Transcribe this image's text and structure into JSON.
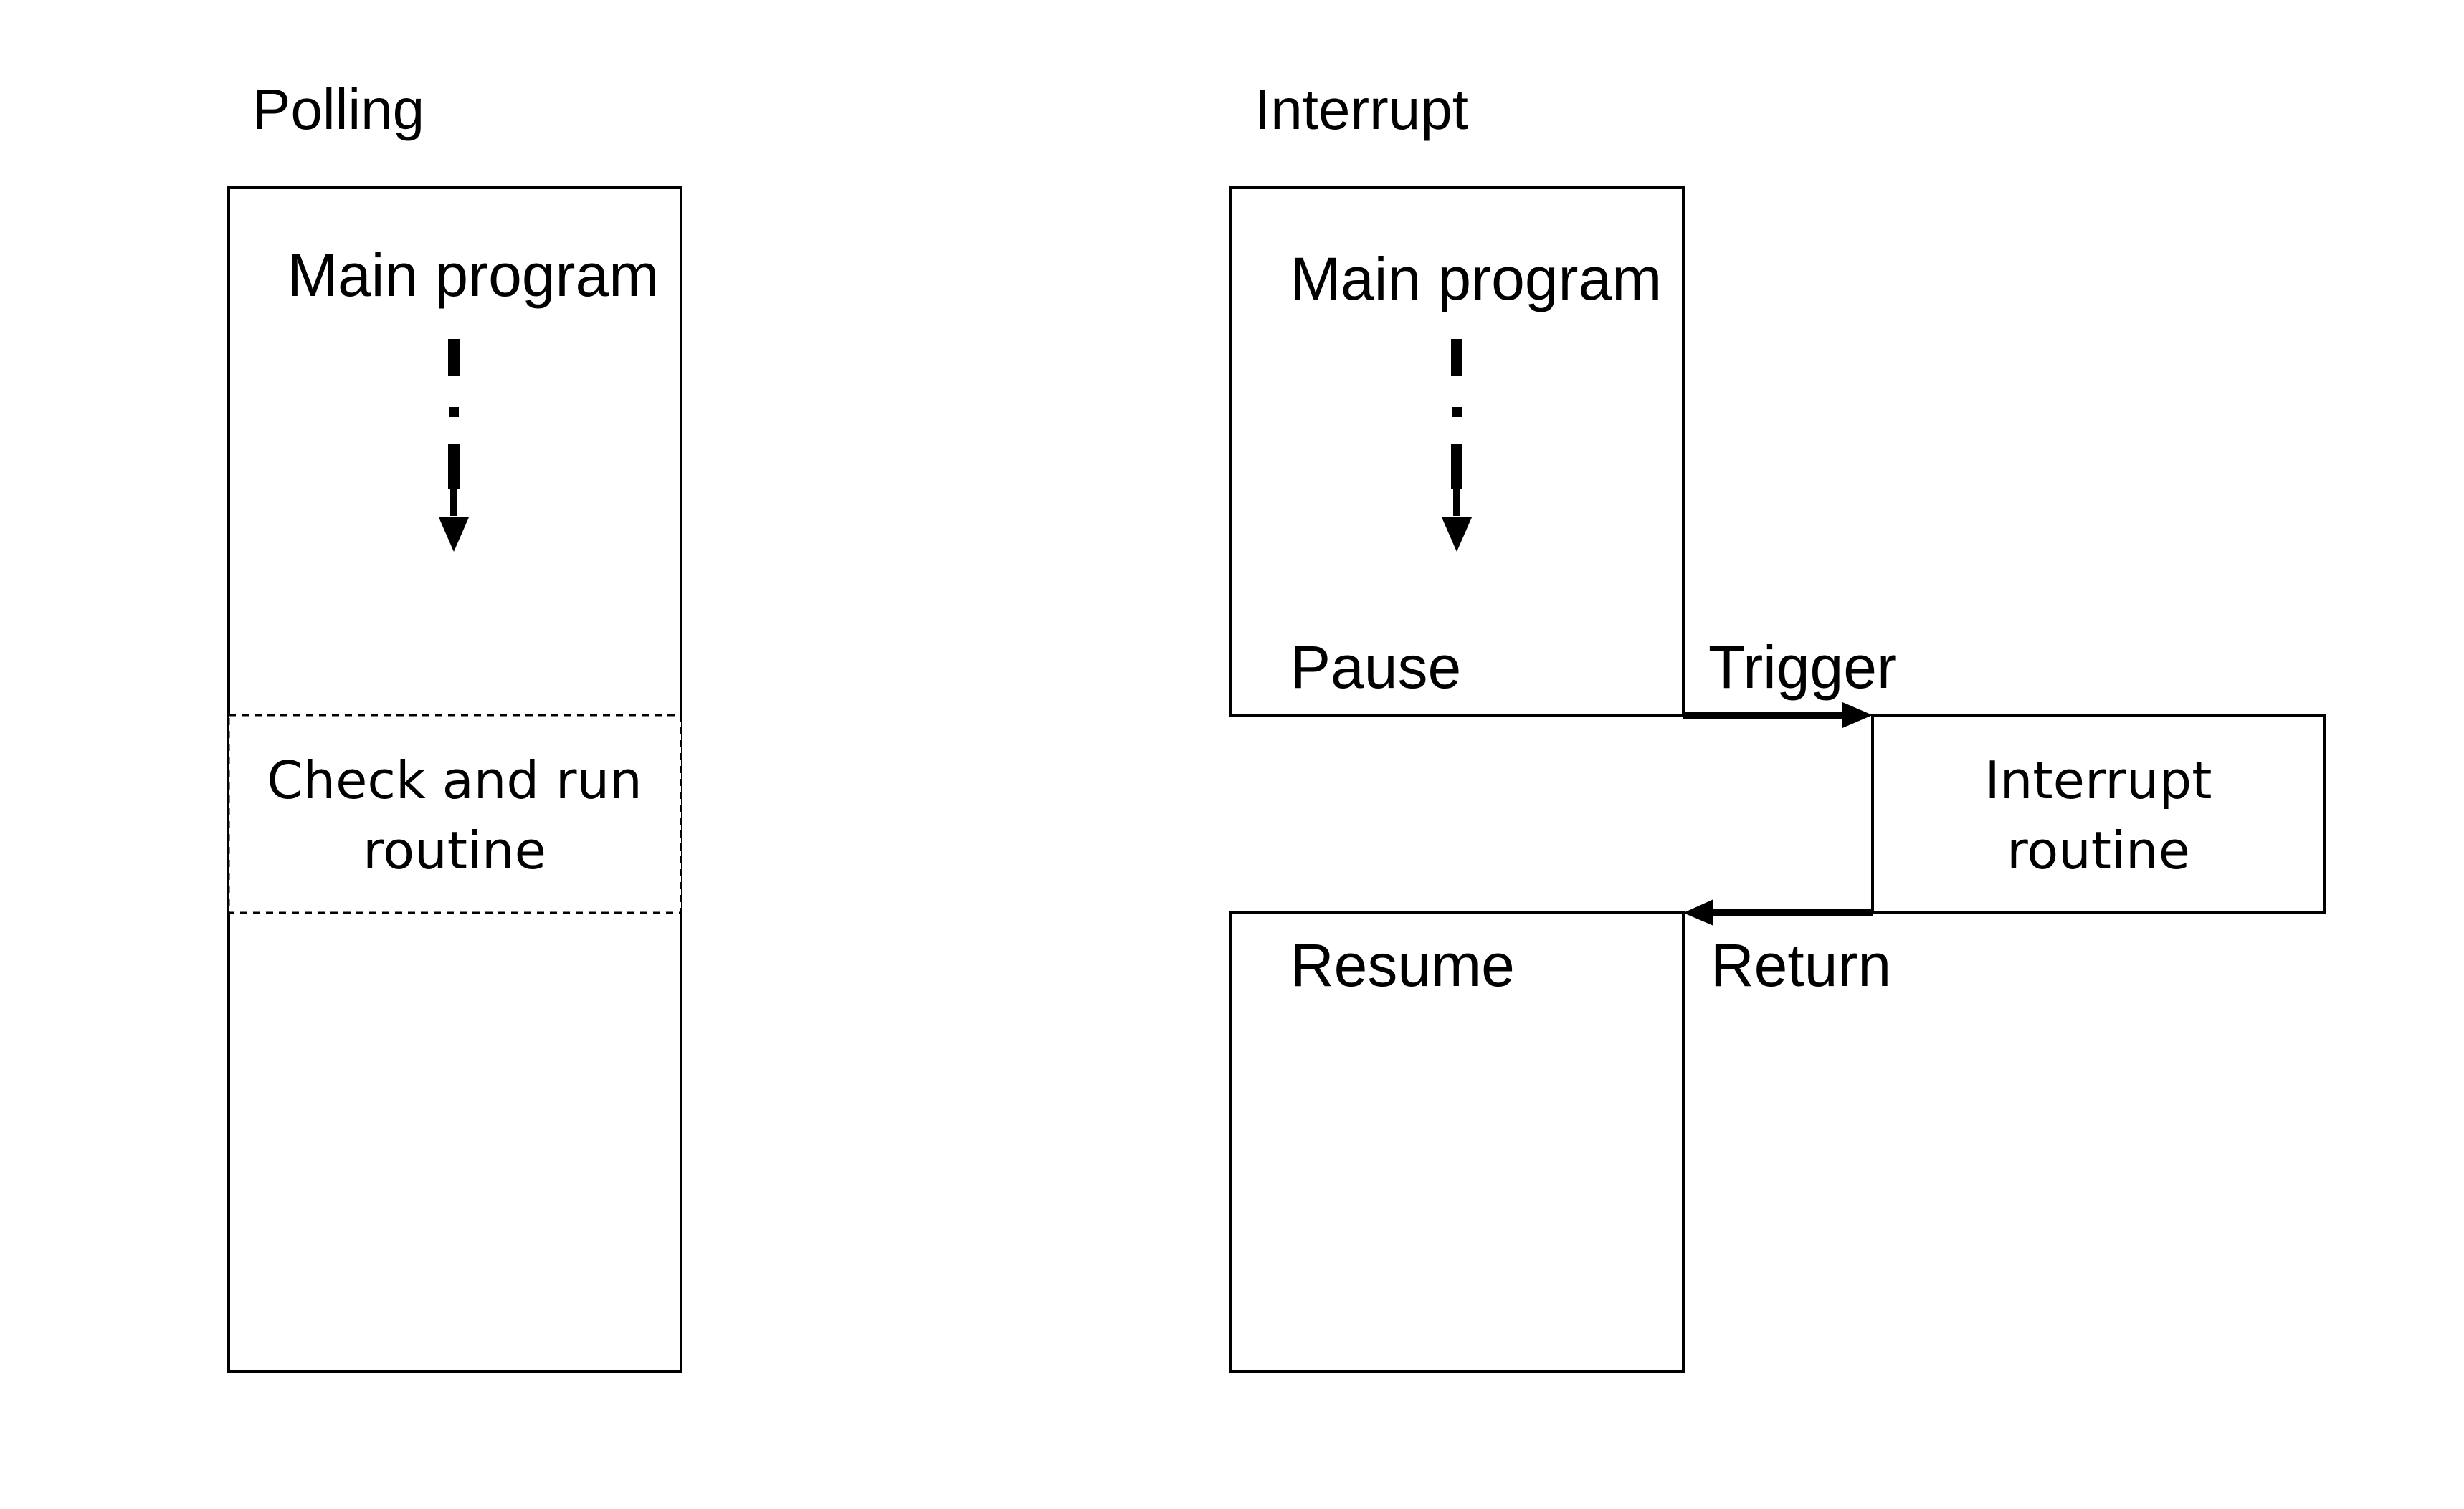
{
  "polling": {
    "title": "Polling",
    "main_label": "Main program",
    "routine_lines": [
      "Check and run",
      "routine"
    ]
  },
  "interrupt": {
    "title": "Interrupt",
    "main_label": "Main program",
    "pause_label": "Pause",
    "trigger_label": "Trigger",
    "routine_lines": [
      "Interrupt",
      "routine"
    ],
    "return_label": "Return",
    "resume_label": "Resume"
  }
}
